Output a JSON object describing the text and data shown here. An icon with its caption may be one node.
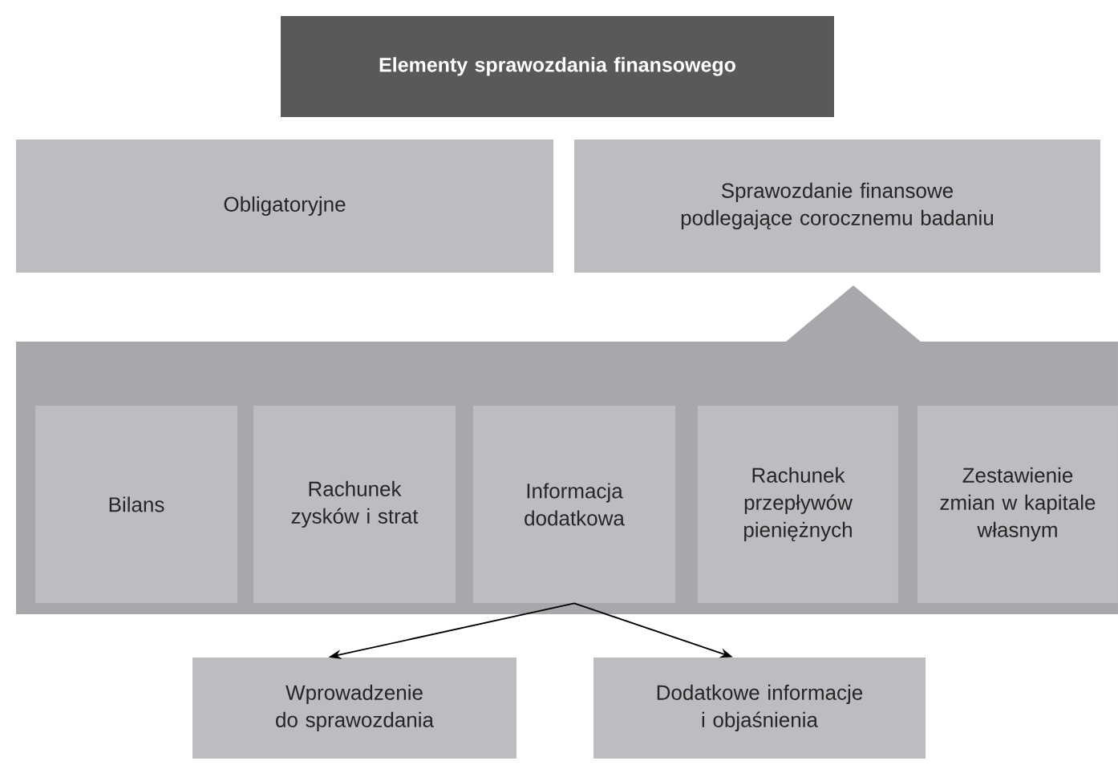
{
  "diagram": {
    "nodes": [
      {
        "text": [
          "Elementy sprawozdania finansowego"
        ]
      },
      {
        "text": [
          "Obligatoryjne"
        ]
      },
      {
        "text": [
          "Sprawozdanie finansowe podlegające corocznemu badaniu"
        ]
      },
      {
        "text": [],
        "shape": "box"
      },
      {
        "text": [
          "Bilans"
        ],
        "in": 3
      },
      {
        "text": [
          "Rachunek zysków i strat"
        ],
        "in": 3
      },
      {
        "text": [
          "Informacja dodatkowa"
        ],
        "in": 3
      },
      {
        "text": [
          "Rachunek przepływów pieniężnych"
        ],
        "in": 3
      },
      {
        "text": [
          "Zestawienie zmian w kapitale własnym"
        ],
        "in": 3
      },
      {
        "text": [
          "Wprowadzenie do sprawozdania"
        ]
      },
      {
        "text": [
          "Dodatkowe informacje i objaśnienia"
        ]
      }
    ],
    "edges": [
      {
        "from": 6,
        "to": 9,
        "arrow": "to"
      },
      {
        "from": 6,
        "to": 10,
        "arrow": "to"
      }
    ]
  }
}
